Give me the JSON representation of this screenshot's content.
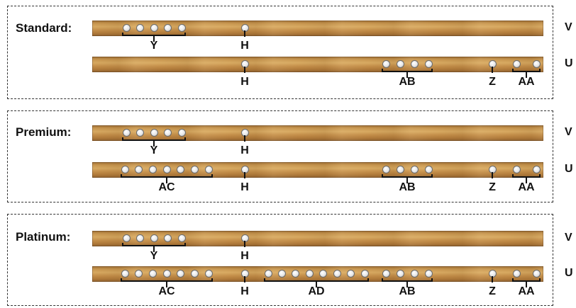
{
  "group_labels": {
    "Y": "Y",
    "H": "H",
    "AB": "AB",
    "Z": "Z",
    "AA": "AA",
    "AC": "AC",
    "AD": "AD"
  },
  "rail_labels": {
    "top": "V",
    "bottom": "U"
  },
  "panels": [
    {
      "id": "standard",
      "label": "Standard:",
      "rails": [
        {
          "rail": "top",
          "groups": [
            {
              "label": "Y",
              "buttons": 5
            },
            {
              "label": "H",
              "buttons": 1
            }
          ]
        },
        {
          "rail": "bottom",
          "groups": [
            {
              "label": "H",
              "buttons": 1
            },
            {
              "label": "AB",
              "buttons": 4
            },
            {
              "label": "Z",
              "buttons": 1
            },
            {
              "label": "AA",
              "buttons": 2
            }
          ]
        }
      ]
    },
    {
      "id": "premium",
      "label": "Premium:",
      "rails": [
        {
          "rail": "top",
          "groups": [
            {
              "label": "Y",
              "buttons": 5
            },
            {
              "label": "H",
              "buttons": 1
            }
          ]
        },
        {
          "rail": "bottom",
          "groups": [
            {
              "label": "AC",
              "buttons": 7
            },
            {
              "label": "H",
              "buttons": 1
            },
            {
              "label": "AB",
              "buttons": 4
            },
            {
              "label": "Z",
              "buttons": 1
            },
            {
              "label": "AA",
              "buttons": 2
            }
          ]
        }
      ]
    },
    {
      "id": "platinum",
      "label": "Platinum:",
      "rails": [
        {
          "rail": "top",
          "groups": [
            {
              "label": "Y",
              "buttons": 5
            },
            {
              "label": "H",
              "buttons": 1
            }
          ]
        },
        {
          "rail": "bottom",
          "groups": [
            {
              "label": "AC",
              "buttons": 7
            },
            {
              "label": "H",
              "buttons": 1
            },
            {
              "label": "AD",
              "buttons": 8
            },
            {
              "label": "AB",
              "buttons": 4
            },
            {
              "label": "Z",
              "buttons": 1
            },
            {
              "label": "AA",
              "buttons": 2
            }
          ]
        }
      ]
    }
  ],
  "colors": {
    "border": "#333333",
    "wood_light": "#d8aa62",
    "wood_dark": "#8e6130",
    "ink": "#111111"
  }
}
